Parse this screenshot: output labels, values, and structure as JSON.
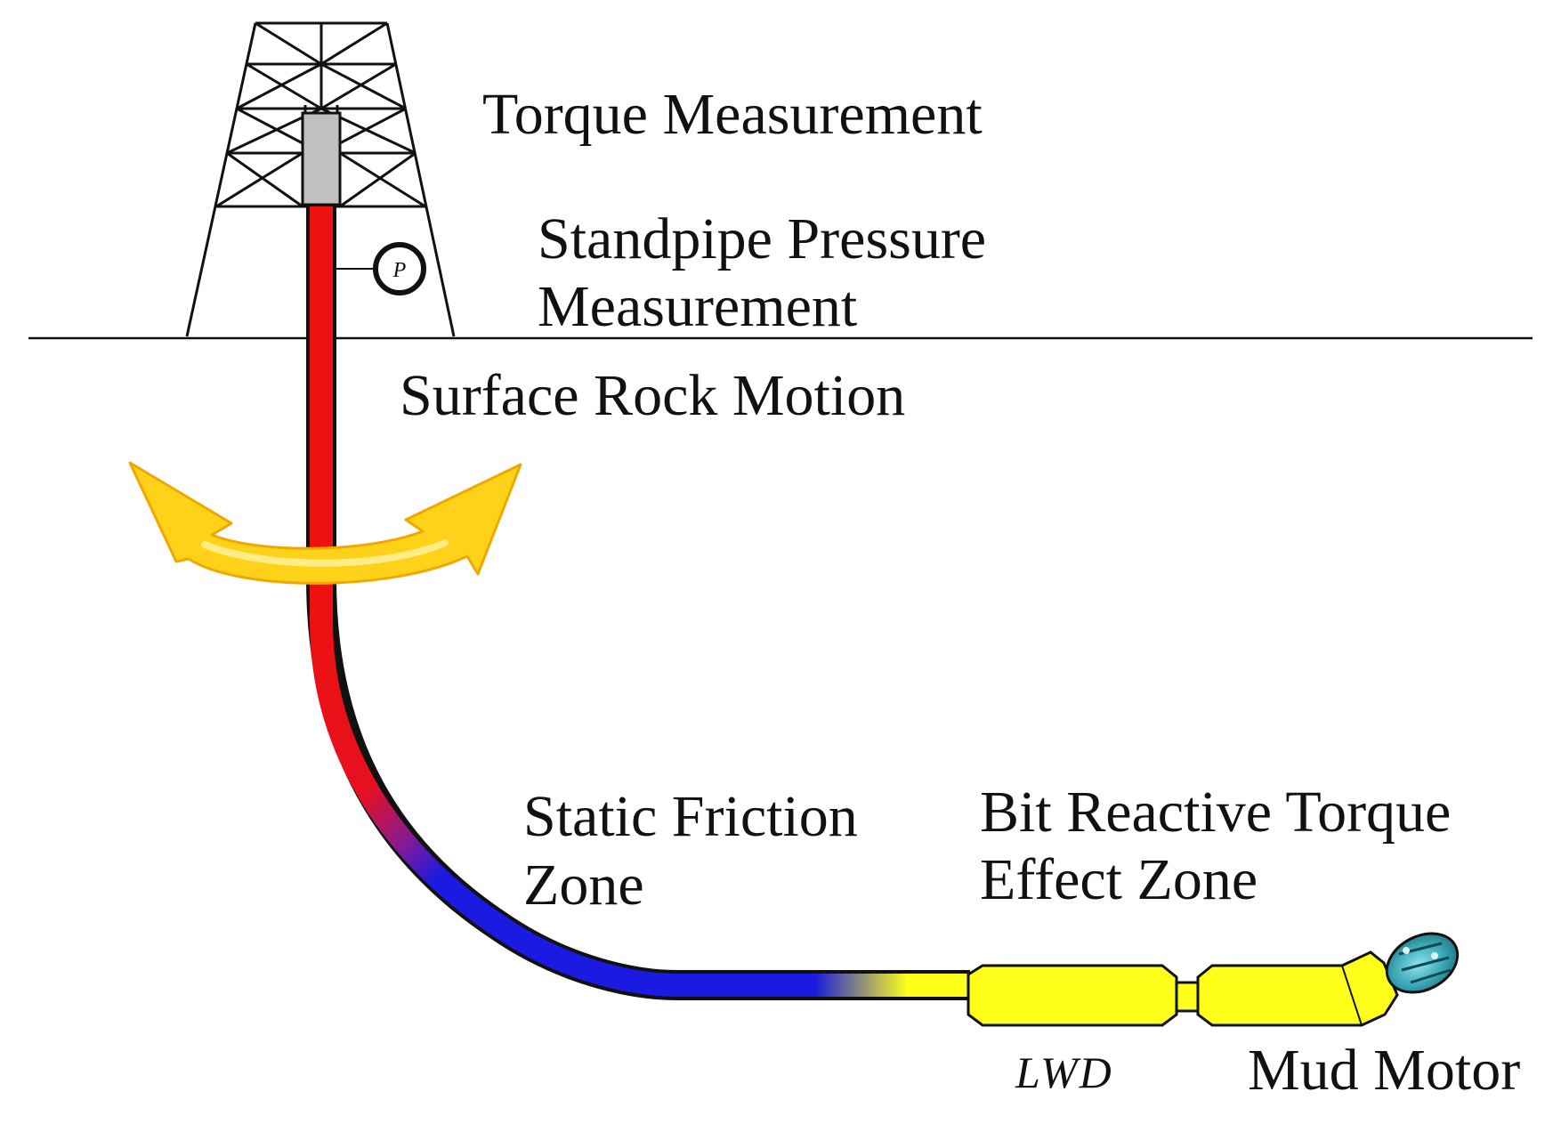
{
  "labels": {
    "torque_measurement": "Torque Measurement",
    "standpipe_line1": "Standpipe Pressure",
    "standpipe_line2": "Measurement",
    "surface_rock_motion": "Surface Rock Motion",
    "static_friction_line1": "Static Friction",
    "static_friction_line2": "Zone",
    "bit_reactive_line1": "Bit Reactive Torque",
    "bit_reactive_line2": "Effect Zone",
    "lwd": "LWD",
    "mud_motor": "Mud Motor",
    "pressure_gauge_symbol": "P"
  },
  "colors": {
    "drillstring_upper": "#ee1111",
    "drillstring_lower": "#1a1ae0",
    "bha_yellow": "#ffff1a",
    "bit_teal": "#3aa6b5",
    "arrow_yellow": "#ffd21a",
    "kelly_gray": "#c0c0c0"
  }
}
